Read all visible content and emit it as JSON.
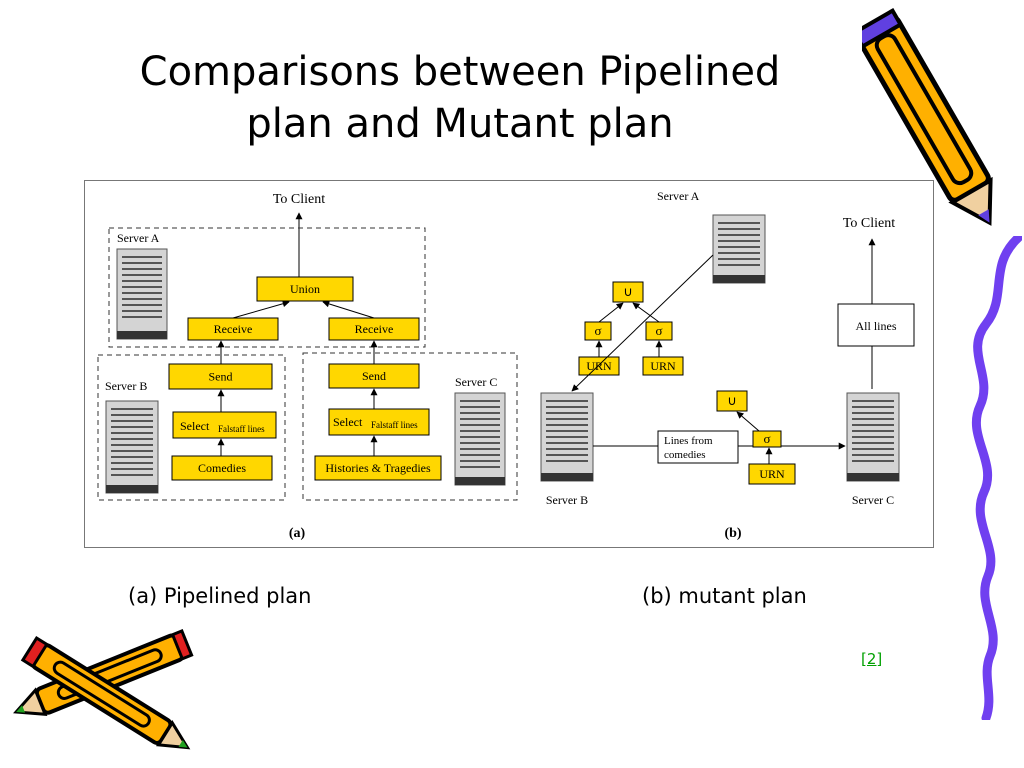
{
  "slide": {
    "title_line1": "Comparisons between Pipelined",
    "title_line2": "plan and Mutant plan",
    "caption_a": "(a) Pipelined plan",
    "caption_b": "(b) mutant plan",
    "reference": "[2]"
  },
  "diagram_a": {
    "label": "(a)",
    "to_client": "To Client",
    "server_a": "Server A",
    "server_b": "Server B",
    "server_c": "Server C",
    "union": "Union",
    "receive": "Receive",
    "send": "Send",
    "select": "Select",
    "falstaff_lines": "Falstaff lines",
    "comedies": "Comedies",
    "histories_tragedies": "Histories & Tragedies"
  },
  "diagram_b": {
    "label": "(b)",
    "server_a": "Server A",
    "server_b": "Server B",
    "server_c": "Server C",
    "to_client": "To Client",
    "union_symbol": "∪",
    "sigma_symbol": "σ",
    "urn": "URN",
    "all_lines": "All lines",
    "lines_from_line1": "Lines from",
    "lines_from_line2": "comedies"
  },
  "colors": {
    "op_fill": "#ffd700",
    "server_body": "#d4d4d4",
    "server_base": "#333333",
    "link": "#00a000"
  }
}
